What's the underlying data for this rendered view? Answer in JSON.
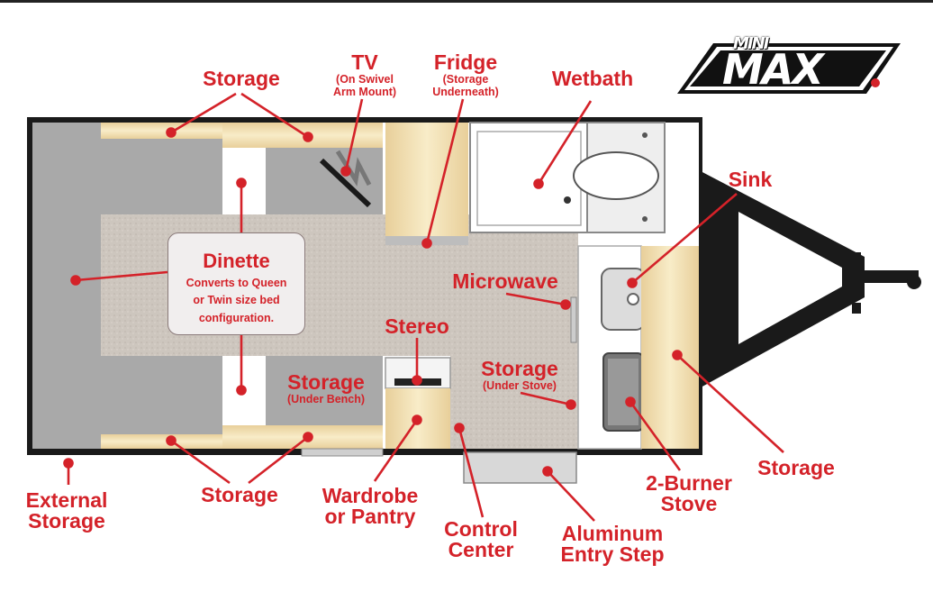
{
  "logo": {
    "line1": "MINI",
    "line2": "MAX"
  },
  "labels": {
    "storage_top": "Storage",
    "tv": "TV",
    "tv_sub1": "(On Swivel",
    "tv_sub2": "Arm Mount)",
    "fridge": "Fridge",
    "fridge_sub1": "(Storage",
    "fridge_sub2": "Underneath)",
    "wetbath": "Wetbath",
    "sink": "Sink",
    "dinette": "Dinette",
    "dinette_sub1": "Converts to Queen",
    "dinette_sub2": "or Twin size bed",
    "dinette_sub3": "configuration.",
    "microwave": "Microwave",
    "stereo": "Stereo",
    "storage_bench": "Storage",
    "storage_bench_sub": "(Under Bench)",
    "storage_stove": "Storage",
    "storage_stove_sub": "(Under Stove)",
    "storage_right": "Storage",
    "external_storage1": "External",
    "external_storage2": "Storage",
    "storage_bottom": "Storage",
    "wardrobe1": "Wardrobe",
    "wardrobe2": "or Pantry",
    "control1": "Control",
    "control2": "Center",
    "step1": "Aluminum",
    "step2": "Entry Step",
    "stove1": "2-Burner",
    "stove2": "Stove"
  },
  "colors": {
    "accent": "#d42229",
    "wood": "#f2ddb0",
    "gray": "#a9a9a9",
    "carpet": "#cfc8c0",
    "frame": "#1a1a1a"
  }
}
